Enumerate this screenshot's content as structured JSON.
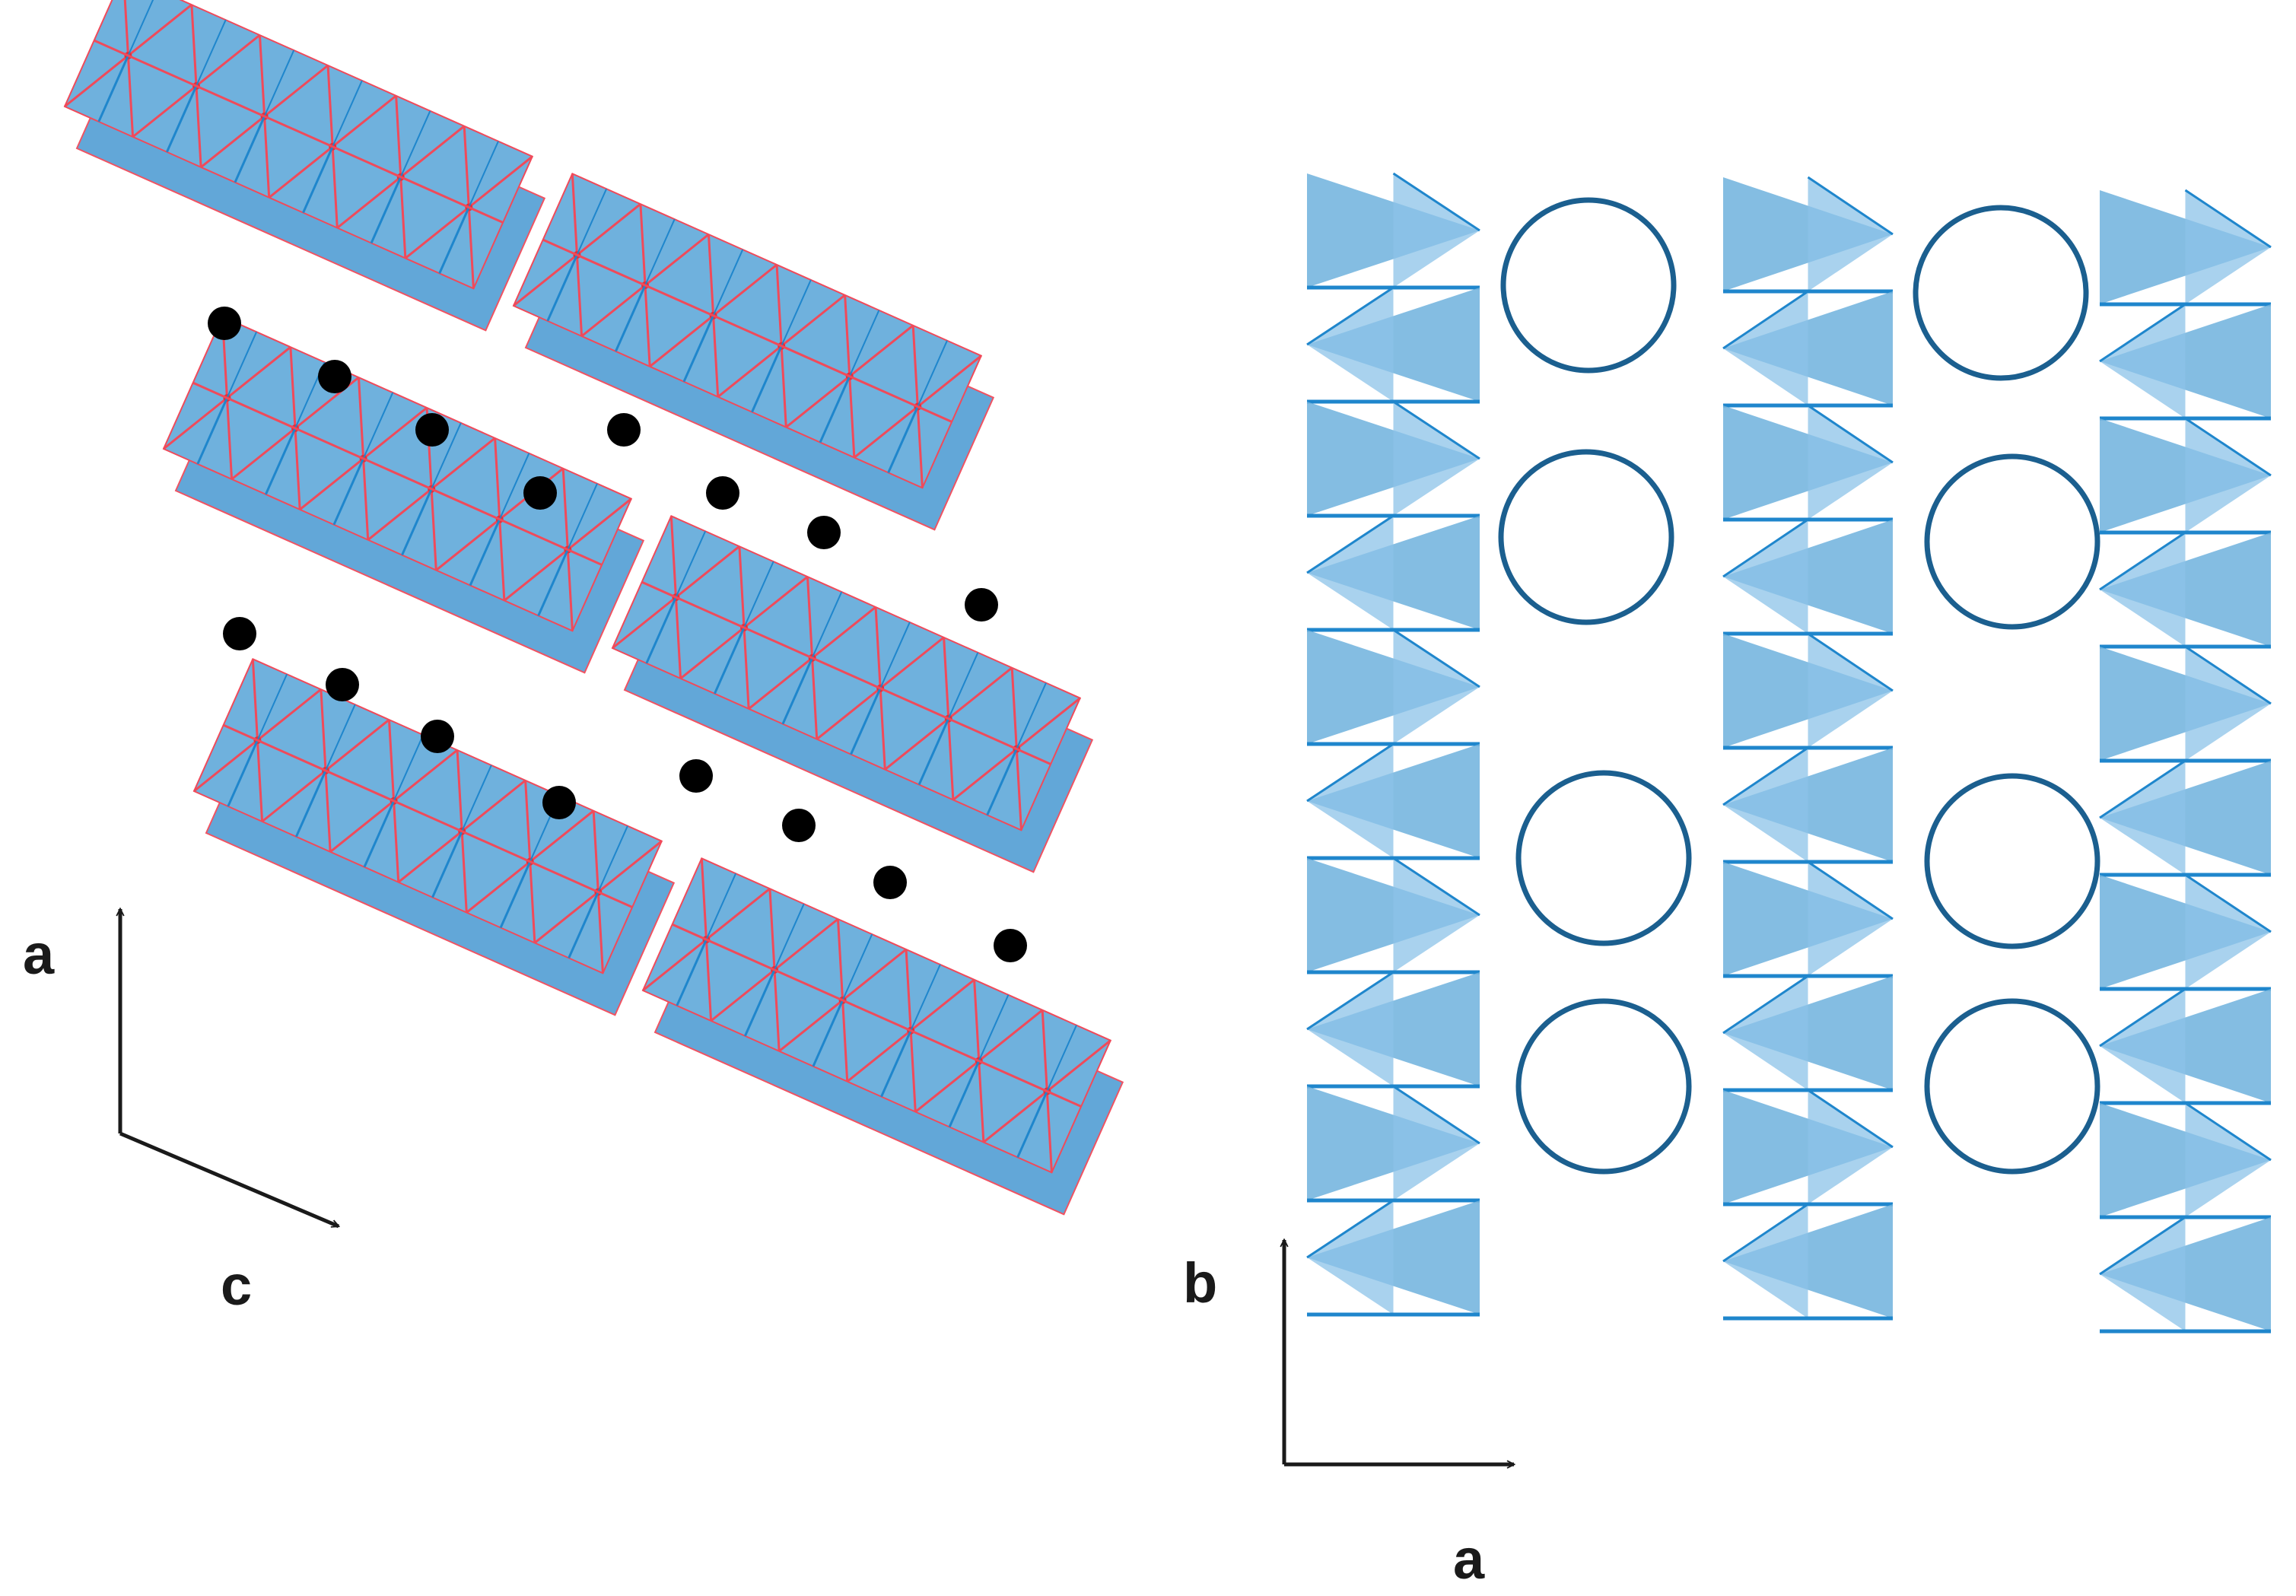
{
  "left_panel": {
    "axis_vertical_label": "a",
    "axis_horizontal_label": "c"
  },
  "right_panel": {
    "axis_vertical_label": "b",
    "axis_horizontal_label": "a"
  },
  "colors": {
    "polyhedron_fill": "#6fb1dd",
    "polyhedron_edge": "#1f86cc",
    "bond_red": "#f04a5a",
    "ion_black": "#000000",
    "ring_outline": "#1b5f8f",
    "axis": "#1a1a1a"
  },
  "icons": {
    "arrow": "arrow-head-icon"
  }
}
